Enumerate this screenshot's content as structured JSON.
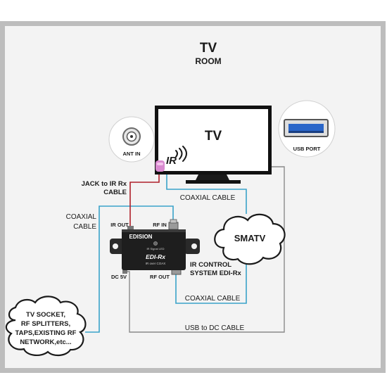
{
  "room": {
    "title": "TV",
    "subtitle": "ROOM"
  },
  "tv": {
    "label": "TV",
    "ir_label": "IR"
  },
  "antenna": {
    "label": "ANT IN"
  },
  "usb": {
    "label": "USB PORT"
  },
  "smatv": {
    "label": "SMATV"
  },
  "cloud": {
    "lines": [
      "TV SOCKET,",
      "RF SPLITTERS,",
      "TAPS,EXISTING RF",
      "NETWORK,etc..."
    ]
  },
  "device": {
    "brand": "EDISION",
    "led_label": "IR Signal LED",
    "model": "EDI-Rx",
    "model_sub": "IR over COAX",
    "port_ir_out": "IR OUT",
    "port_rf_in": "RF IN",
    "port_dc": "DC 5V",
    "port_rf_out": "RF OUT"
  },
  "labels": {
    "jack_line1": "JACK to IR Rx",
    "jack_line2": "CABLE",
    "coax_left_line1": "COAXIAL",
    "coax_left_line2": "CABLE",
    "coax_top": "COAXIAL CABLE",
    "coax_bottom": "COAXIAL CABLE",
    "ir_control_line1": "IR CONTROL",
    "ir_control_line2": "SYSTEM EDI-Rx",
    "usb_dc": "USB to DC CABLE"
  },
  "colors": {
    "frame": "#bdbdbd",
    "background": "#f3f3f3",
    "coax_cable": "#3aa3c9",
    "ir_cable": "#b0202a",
    "usb_cable": "#8a8a8a",
    "ir_connector": "#d98ad0",
    "usb_port_blue": "#2a66c9"
  }
}
